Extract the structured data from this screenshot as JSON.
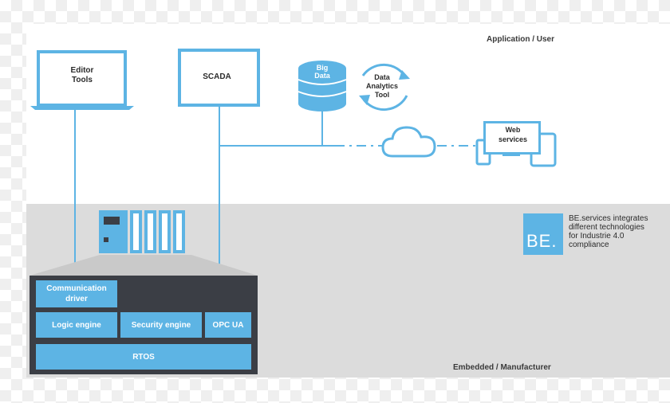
{
  "zones": {
    "top_label": "Application / User",
    "bottom_label": "Embedded / Manufacturer"
  },
  "devices": {
    "laptop_label": "Editor\nTools",
    "scada_label": "SCADA",
    "bigdata_label": "Big\nData",
    "analytics_label": "Data\nAnalytics\nTool",
    "web_label": "Web\nservices"
  },
  "stack": {
    "communication": "Communication\ndriver",
    "logic": "Logic engine",
    "security": "Security engine",
    "opcua": "OPC UA",
    "rtos": "RTOS"
  },
  "brand": {
    "logo_text": "BE.",
    "tagline": "BE.services integrates\ndifferent technologies\nfor Industrie 4.0\ncompliance"
  },
  "colors": {
    "accent": "#5db4e4",
    "dark": "#3b3e45",
    "embedded_bg": "#dcdcdc"
  }
}
